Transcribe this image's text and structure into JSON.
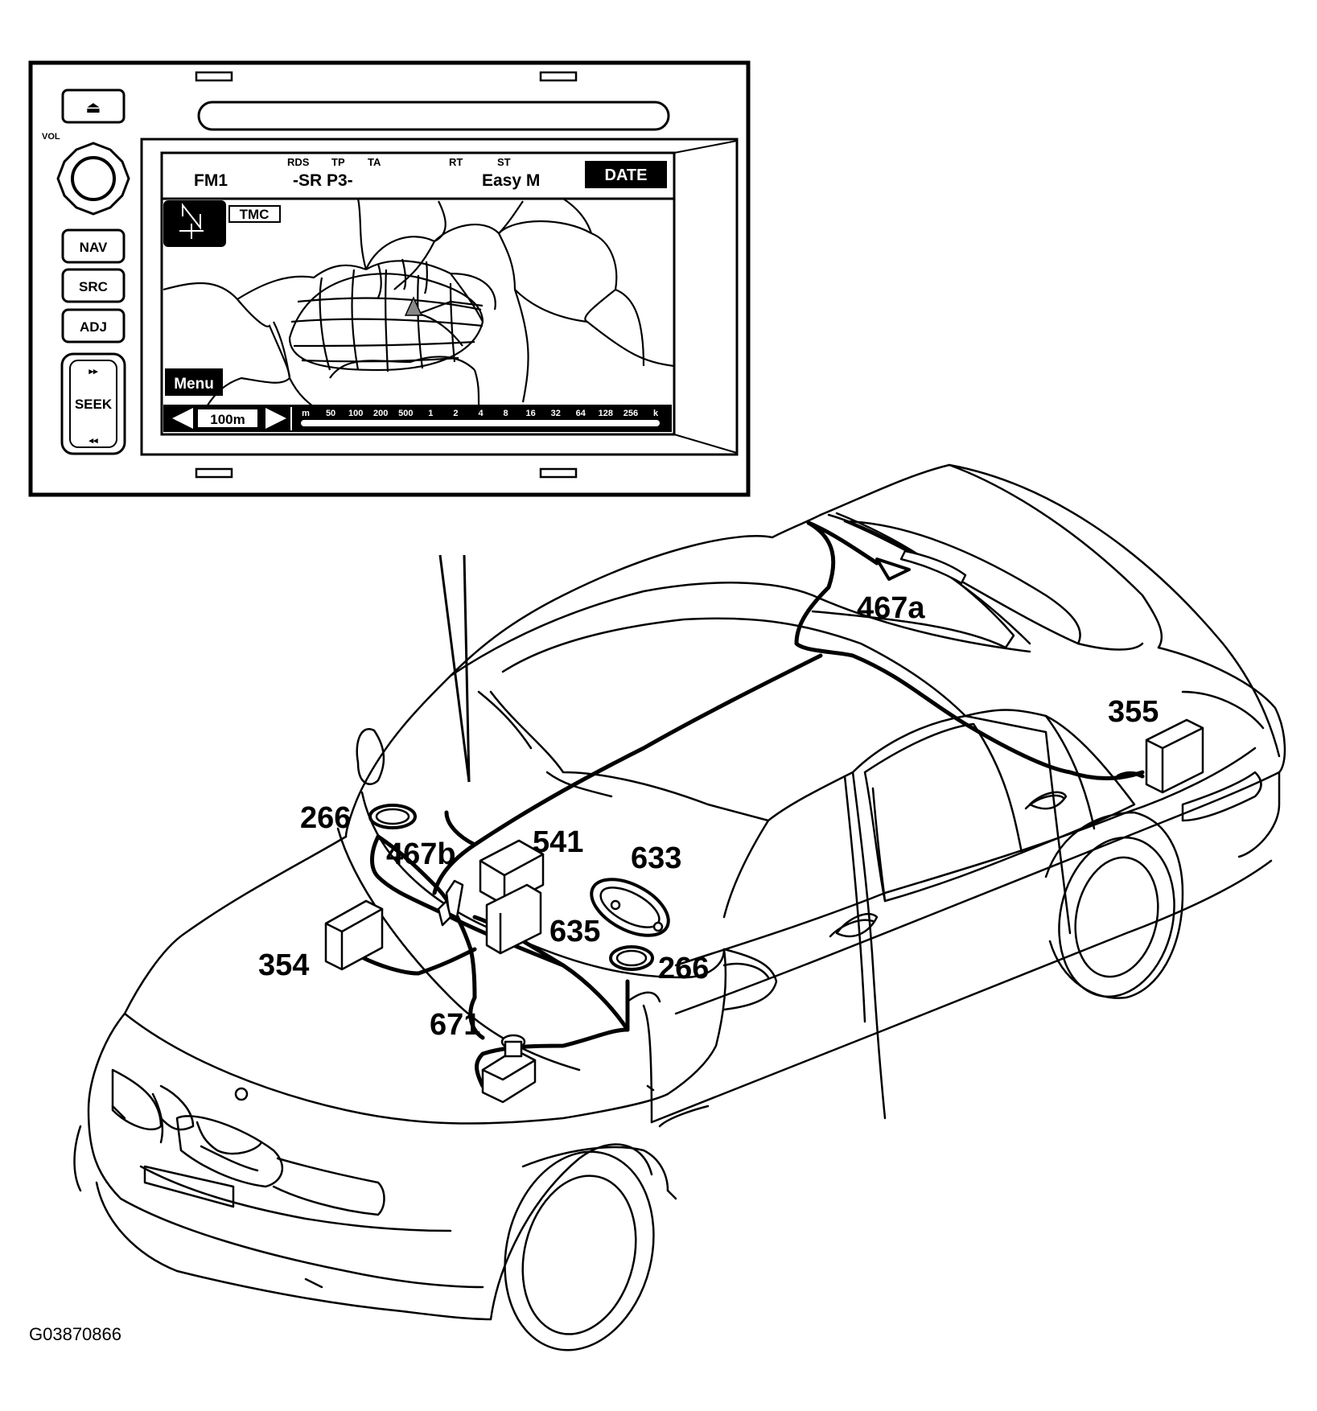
{
  "figure_id": "G03870866",
  "head_unit": {
    "eject_symbol": "⏏",
    "volume_label": "VOL",
    "buttons": {
      "nav": "NAV",
      "src": "SRC",
      "adj": "ADJ",
      "seek": "SEEK",
      "seek_up": "▸▸",
      "seek_down": "◂◂"
    },
    "screen": {
      "band": "FM1",
      "indicators": {
        "rds": "RDS",
        "tp": "TP",
        "ta": "TA",
        "rt": "RT",
        "st": "ST"
      },
      "station": "-SR P3-",
      "program": "Easy M",
      "date_button": "DATE",
      "tmc_label": "TMC",
      "menu_button": "Menu",
      "scale_value": "100m",
      "scale_ticks": [
        "m",
        "50",
        "100",
        "200",
        "500",
        "1",
        "2",
        "4",
        "8",
        "16",
        "32",
        "64",
        "128",
        "256",
        "k"
      ]
    }
  },
  "callouts": {
    "c467a": "467a",
    "c355": "355",
    "c266_left": "266",
    "c467b": "467b",
    "c541": "541",
    "c633": "633",
    "c635": "635",
    "c354": "354",
    "c266_right": "266",
    "c671": "671"
  }
}
